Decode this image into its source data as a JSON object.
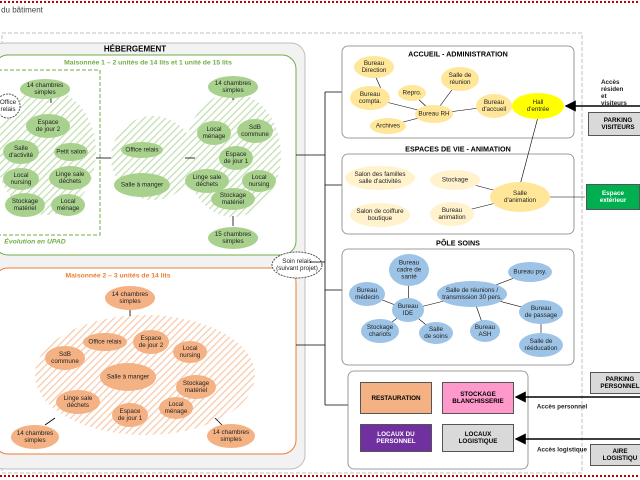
{
  "page_title": "du bâtiment",
  "hebergement": {
    "title": "HÉBERGEMENT",
    "m1_title": "Maisonnée 1 – 2 unités de 14 lits et 1 unité de 15 lits",
    "m2_title": "Maisonnée 2 – 3 unités de 14 lits",
    "upad_label": "Évolution en UPAD",
    "soin_relais": "Soin relais\n(suivant projet)"
  },
  "m1": {
    "ch14_a": "14 chambres\nsimples",
    "office_relais_small": "Office\nrelais",
    "espace_jour2": "Espace\nde jour 2",
    "salle_activite": "Salle\nd'activité",
    "petit_salon": "Petit salon",
    "local_nursing": "Local\nnursing",
    "linge_sale": "Linge sale\ndéchets",
    "stockage_materiel": "Stockage\nmatériel",
    "local_menage": "Local\nménage",
    "office_relais": "Office relais",
    "salle_manger": "Salle à manger",
    "ch14_b": "14 chambres\nsimples",
    "local_menage2": "Local\nménage",
    "sdb_commune": "SdB\ncommune",
    "espace_jour1": "Espace\nde jour 1",
    "linge_sale2": "Linge sale\ndéchets",
    "local_nursing2": "Local\nnursing",
    "stockage_materiel2": "Stockage\nmatériel",
    "ch15": "15 chambres\nsimples"
  },
  "m2": {
    "ch14_top": "14 chambres\nsimples",
    "office_relais": "Office relais",
    "espace_jour2": "Espace\nde jour 2",
    "sdb_commune": "SdB\ncommune",
    "local_nursing": "Local\nnursing",
    "salle_manger": "Salle à manger",
    "stockage_materiel": "Stockage\nmatériel",
    "linge_sale": "Linge sale\ndéchets",
    "espace_jour1": "Espace\nde jour 1",
    "local_menage": "Local\nménage",
    "ch14_left": "14 chambres\nsimples",
    "ch14_right": "14 chambres\nsimples"
  },
  "accueil": {
    "title": "ACCUEIL - ADMINISTRATION",
    "bureau_direction": "Bureau\nDirection",
    "bureau_compta": "Bureau\ncompta.",
    "repro": "Repro.",
    "salle_reunion": "Salle de\nréunion",
    "bureau_rh": "Bureau RH",
    "archives": "Archives",
    "bureau_accueil": "Bureau\nd'accueil",
    "hall_entree": "Hall\nd'entrée"
  },
  "vie": {
    "title": "ESPACES DE VIE - ANIMATION",
    "salon_familles": "Salon des familles\nsalle d'activités",
    "stockage": "Stockage",
    "salle_animation": "Salle\nd'animation",
    "salon_coiffure": "Salon de coiffure\nboutique",
    "bureau_animation": "Bureau\nanimation"
  },
  "soins": {
    "title": "PÔLE SOINS",
    "bureau_cadre": "Bureau\ncadre de\nsanté",
    "bureau_psy": "Bureau psy.",
    "bureau_medecin": "Bureau\nmédecin",
    "salle_reunions": "Salle de réunions /\ntransmission 30 pers.",
    "bureau_ide": "Bureau\nIDE",
    "bureau_passage": "Bureau\nde passage",
    "stockage_chariots": "Stockage\nchariots",
    "salle_soins": "Salle\nde soins",
    "bureau_ash": "Bureau\nASH",
    "salle_reeducation": "Salle de\nrééducation"
  },
  "logistique": {
    "restauration": "RESTAURATION",
    "stockage_blanchisserie": "STOCKAGE\nBLANCHISSERIE",
    "locaux_personnel": "LOCAUX DU\nPERSONNEL",
    "locaux_logistique": "LOCAUX\nLOGISTIQUE"
  },
  "exterieur": {
    "acces_residents": "Accès résiden\net visiteurs",
    "parking_visiteurs": "PARKING\nVISITEURS",
    "espace_exterieur": "Espace\nextérieur",
    "parking_personnel": "PARKING\nPERSONNEL",
    "acces_personnel": "Accès personnel",
    "acces_logistique": "Accès logistique",
    "aire_logistique": "AIRE\nLOGISTIQU"
  },
  "colors": {
    "green_fill": "#a9d18e",
    "green_border": "#70ad47",
    "orange_fill": "#f4b183",
    "orange_border": "#ed7d31",
    "yellow_fill": "#ffe699",
    "blue_fill": "#9dc3e6",
    "hall_yellow": "#ffff00",
    "espace_ext_green": "#00b050",
    "restauration": "#f4b183",
    "blanchisserie": "#ff99cc",
    "personnel": "#7030a0",
    "logistique_grey": "#d9d9d9",
    "red_border": "#c00000"
  }
}
